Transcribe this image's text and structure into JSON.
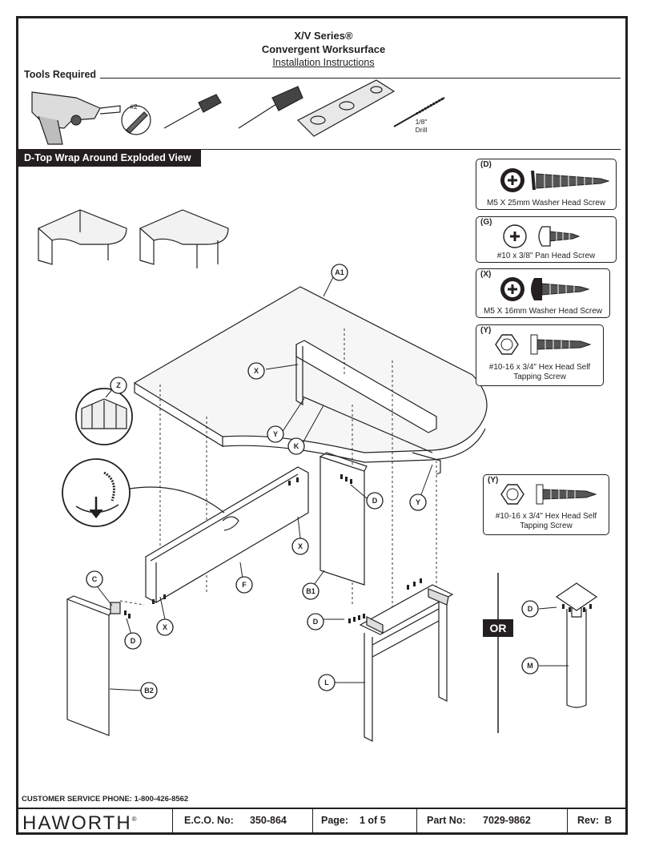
{
  "header": {
    "series": "X/V Series®",
    "product": "Convergent Worksurface",
    "doc_type": "Installation Instructions"
  },
  "tools": {
    "label": "Tools Required",
    "bit_label": "#2",
    "drill_size": "1/8\"",
    "drill_word": "Drill"
  },
  "section": {
    "title": "D-Top Wrap Around Exploded View"
  },
  "hardware": [
    {
      "tag": "(D)",
      "caption": "M5 X 25mm Washer Head Screw"
    },
    {
      "tag": "(G)",
      "caption": "#10 x 3/8\" Pan Head Screw"
    },
    {
      "tag": "(X)",
      "caption": "M5 X 16mm Washer Head Screw"
    },
    {
      "tag": "(Y)",
      "caption_1": "#10-16 x 3/4\" Hex Head Self",
      "caption_2": "Tapping Screw"
    },
    {
      "tag": "(Y)",
      "caption_1": "#10-16 x 3/4\" Hex Head Self",
      "caption_2": "Tapping Screw"
    }
  ],
  "callouts": {
    "a1": "A1",
    "x1": "X",
    "y1": "Y",
    "k": "K",
    "z": "Z",
    "d1": "D",
    "y2": "Y",
    "x2": "X",
    "f": "F",
    "b1": "B1",
    "c": "C",
    "x3": "X",
    "d2": "D",
    "d3": "D",
    "l": "L",
    "b2": "B2",
    "d4": "D",
    "m": "M"
  },
  "or_label": "OR",
  "customer_service": "CUSTOMER SERVICE PHONE: 1-800-426-8562",
  "footer": {
    "brand": "HAWORTH",
    "brand_mark": "®",
    "eco_label": "E.C.O. No:",
    "eco_value": "350-864",
    "page_label": "Page:",
    "page_value": "1 of 5",
    "part_label": "Part No:",
    "part_value": "7029-9862",
    "rev_label": "Rev:",
    "rev_value": "B"
  }
}
